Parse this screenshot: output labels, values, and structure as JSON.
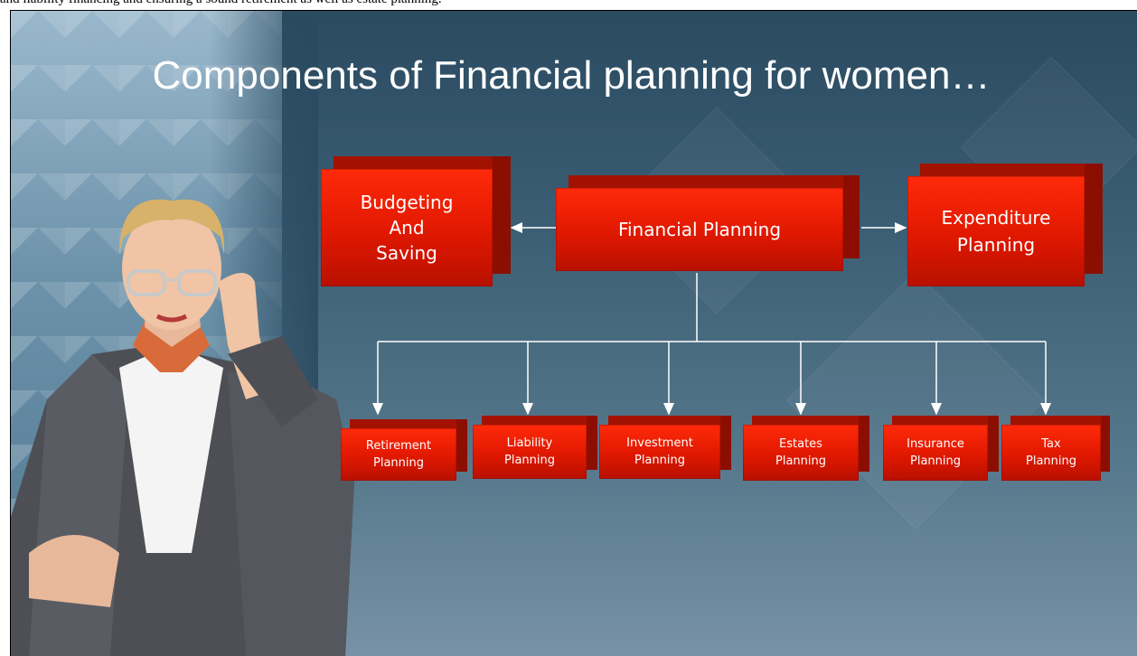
{
  "caption_text": "and liability financing and ensuring a sound  retirement as well as  estate planning.",
  "title": "Components of Financial planning for women…",
  "center_box": "Financial Planning",
  "left_box": "Budgeting\nAnd\nSaving",
  "right_box": "Expenditure\nPlanning",
  "sub_boxes": [
    "Retirement\nPlanning",
    "Liability\nPlanning",
    "Investment\nPlanning",
    "Estates\nPlanning",
    "Insurance\nPlanning",
    "Tax\nPlanning"
  ],
  "colors": {
    "box": "#e81c00",
    "arrow": "#ffffff",
    "background": "#3c5f75"
  }
}
